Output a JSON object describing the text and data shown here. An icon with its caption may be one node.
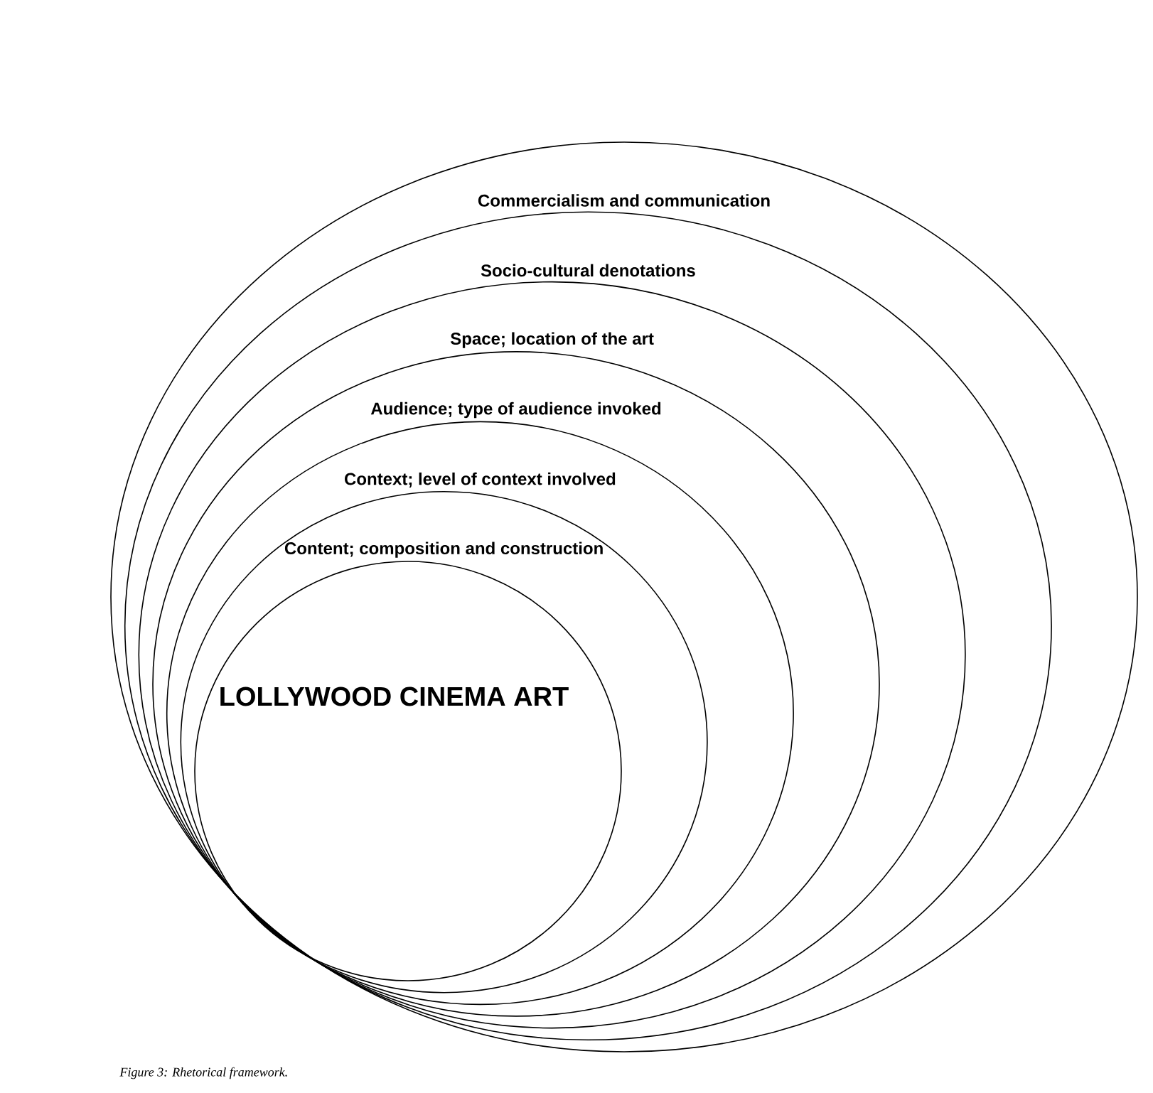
{
  "diagram": {
    "caption": "Figure 3: Rhetorical framework.",
    "nodes": [
      {
        "text": [
          "Commercialism and communication"
        ]
      },
      {
        "text": [
          "Socio-cultural denotations"
        ],
        "in": 0
      },
      {
        "text": [
          "Space; location of the art"
        ],
        "in": 1
      },
      {
        "text": [
          "Audience; type of audience invoked"
        ],
        "in": 2
      },
      {
        "text": [
          "Context; level of context involved"
        ],
        "in": 3
      },
      {
        "text": [
          "Content; composition and construction"
        ],
        "in": 4
      },
      {
        "text": [
          "LOLLYWOOD CINEMA ART"
        ],
        "in": 5
      }
    ]
  }
}
